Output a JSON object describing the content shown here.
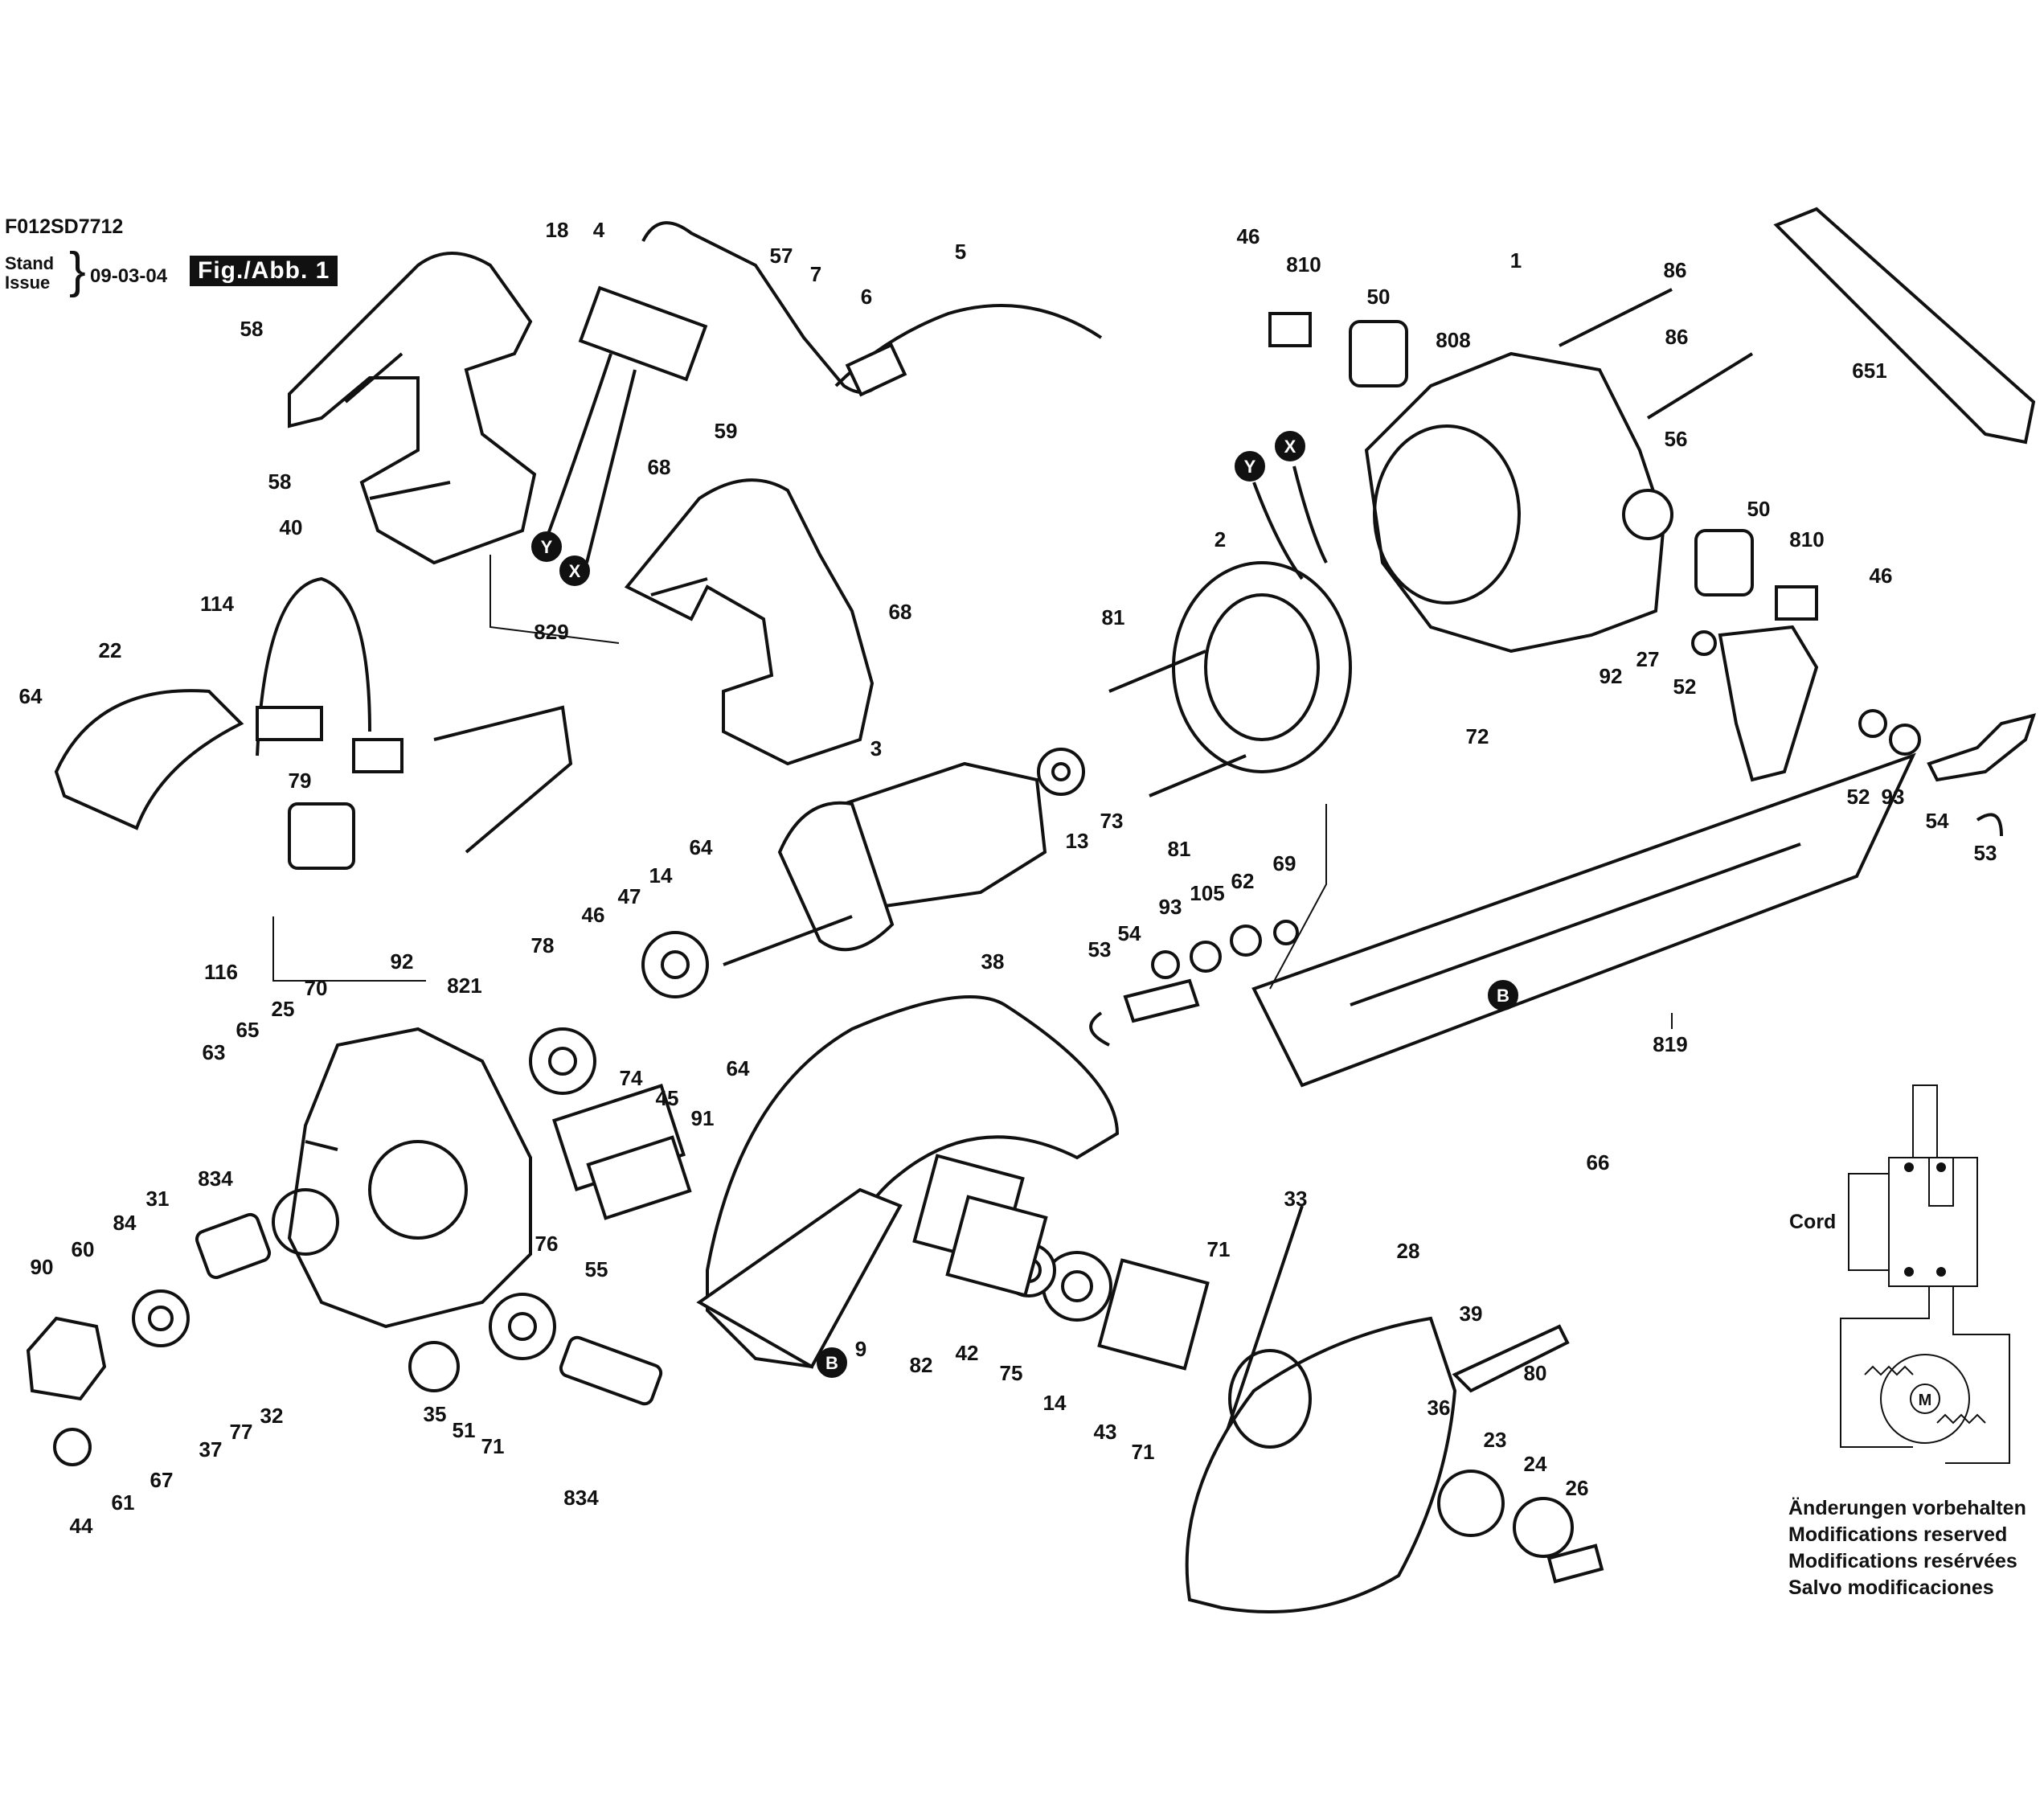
{
  "header": {
    "document_code": "F012SD7712",
    "stand_label": "Stand",
    "issue_label": "Issue",
    "date": "09-03-04",
    "figure_label": "Fig./Abb. 1"
  },
  "wiring": {
    "cord_label": "Cord",
    "motor_symbol": "M"
  },
  "callouts": {
    "x_marker": "X",
    "y_marker": "Y",
    "b_marker": "B"
  },
  "notes": [
    "Änderungen vorbehalten",
    "Modifications reserved",
    "Modifications resérvées",
    "Salvo modificaciones"
  ],
  "part_numbers": [
    "18",
    "4",
    "5",
    "6",
    "7",
    "57",
    "59",
    "58",
    "58",
    "40",
    "114",
    "22",
    "64",
    "79",
    "116",
    "68",
    "68",
    "829",
    "46",
    "810",
    "50",
    "808",
    "1",
    "86",
    "86",
    "651",
    "56",
    "50",
    "810",
    "46",
    "2",
    "81",
    "81",
    "92",
    "27",
    "52",
    "52",
    "93",
    "54",
    "53",
    "72",
    "3",
    "13",
    "73",
    "64",
    "14",
    "47",
    "46",
    "78",
    "64",
    "92",
    "821",
    "70",
    "25",
    "65",
    "63",
    "74",
    "45",
    "91",
    "834",
    "31",
    "84",
    "60",
    "90",
    "76",
    "55",
    "35",
    "51",
    "71",
    "834",
    "37",
    "77",
    "32",
    "67",
    "61",
    "44",
    "38",
    "9",
    "82",
    "42",
    "75",
    "14",
    "43",
    "71",
    "71",
    "33",
    "28",
    "39",
    "80",
    "36",
    "23",
    "24",
    "26",
    "53",
    "54",
    "93",
    "105",
    "62",
    "69",
    "819",
    "66"
  ]
}
